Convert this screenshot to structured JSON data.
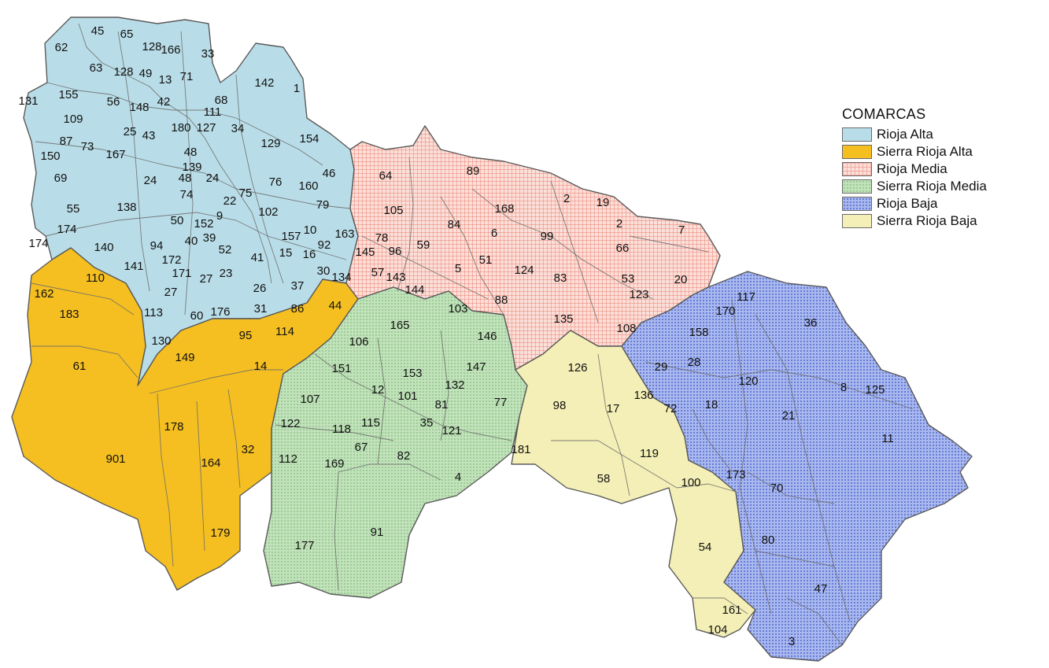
{
  "legend": {
    "title": "COMARCAS",
    "items": [
      {
        "label": "Rioja Alta",
        "color": "#b9dde8",
        "pattern": "solid"
      },
      {
        "label": "Sierra Rioja Alta",
        "color": "#f5bf21",
        "pattern": "solid"
      },
      {
        "label": "Rioja Media",
        "color": "#f3a294",
        "pattern": "grid"
      },
      {
        "label": "Sierra Rioja Media",
        "color": "#a9d6a0",
        "pattern": "dots"
      },
      {
        "label": "Rioja Baja",
        "color": "#8aa0e0",
        "pattern": "dots"
      },
      {
        "label": "Sierra Rioja Baja",
        "color": "#f3efb6",
        "pattern": "solid"
      }
    ]
  },
  "municipalities": [
    "45",
    "65",
    "62",
    "128",
    "166",
    "33",
    "63",
    "128",
    "49",
    "71",
    "13",
    "142",
    "1",
    "131",
    "155",
    "56",
    "148",
    "42",
    "68",
    "111",
    "109",
    "180",
    "127",
    "34",
    "87",
    "73",
    "25",
    "43",
    "129",
    "154",
    "150",
    "167",
    "48",
    "46",
    "139",
    "48",
    "24",
    "69",
    "24",
    "74",
    "76",
    "160",
    "75",
    "79",
    "22",
    "55",
    "138",
    "102",
    "50",
    "152",
    "9",
    "174",
    "10",
    "163",
    "157",
    "94",
    "40",
    "39",
    "174",
    "140",
    "52",
    "92",
    "15",
    "16",
    "41",
    "141",
    "172",
    "171",
    "23",
    "27",
    "134",
    "30",
    "37",
    "26",
    "27",
    "60",
    "176",
    "31",
    "86",
    "130",
    "64",
    "89",
    "105",
    "168",
    "2",
    "19",
    "84",
    "99",
    "2",
    "7",
    "78",
    "59",
    "6",
    "145",
    "96",
    "66",
    "51",
    "124",
    "57",
    "143",
    "5",
    "83",
    "53",
    "20",
    "144",
    "123",
    "88",
    "103",
    "135",
    "108",
    "110",
    "162",
    "183",
    "113",
    "44",
    "114",
    "95",
    "61",
    "149",
    "14",
    "178",
    "901",
    "164",
    "32",
    "179",
    "165",
    "106",
    "146",
    "151",
    "153",
    "147",
    "12",
    "101",
    "132",
    "107",
    "81",
    "77",
    "118",
    "115",
    "35",
    "121",
    "122",
    "67",
    "82",
    "112",
    "169",
    "4",
    "177",
    "91",
    "126",
    "98",
    "17",
    "136",
    "181",
    "119",
    "58",
    "100",
    "54",
    "161",
    "104",
    "117",
    "170",
    "36",
    "158",
    "28",
    "29",
    "120",
    "8",
    "125",
    "18",
    "72",
    "21",
    "11",
    "173",
    "70",
    "80",
    "47",
    "3"
  ]
}
